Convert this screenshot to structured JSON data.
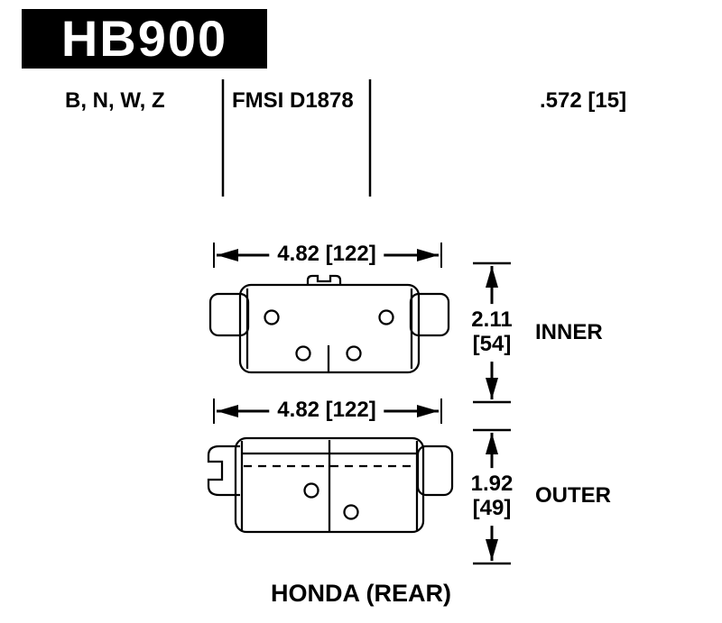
{
  "header": {
    "part_number": "HB900",
    "compounds": "B, N, W, Z",
    "fmsi": "FMSI D1878",
    "pad_thickness": ".572 [15]"
  },
  "inner_pad": {
    "width": "4.82 [122]",
    "height_value": "2.11",
    "height_bracket": "[54]",
    "label": "INNER"
  },
  "outer_pad": {
    "width": "4.82 [122]",
    "height_value": "1.92",
    "height_bracket": "[49]",
    "label": "OUTER"
  },
  "footer": {
    "application": "HONDA (REAR)"
  },
  "colors": {
    "ink": "#000000",
    "background": "#ffffff",
    "part_box_bg": "#000000",
    "part_box_text": "#ffffff"
  }
}
